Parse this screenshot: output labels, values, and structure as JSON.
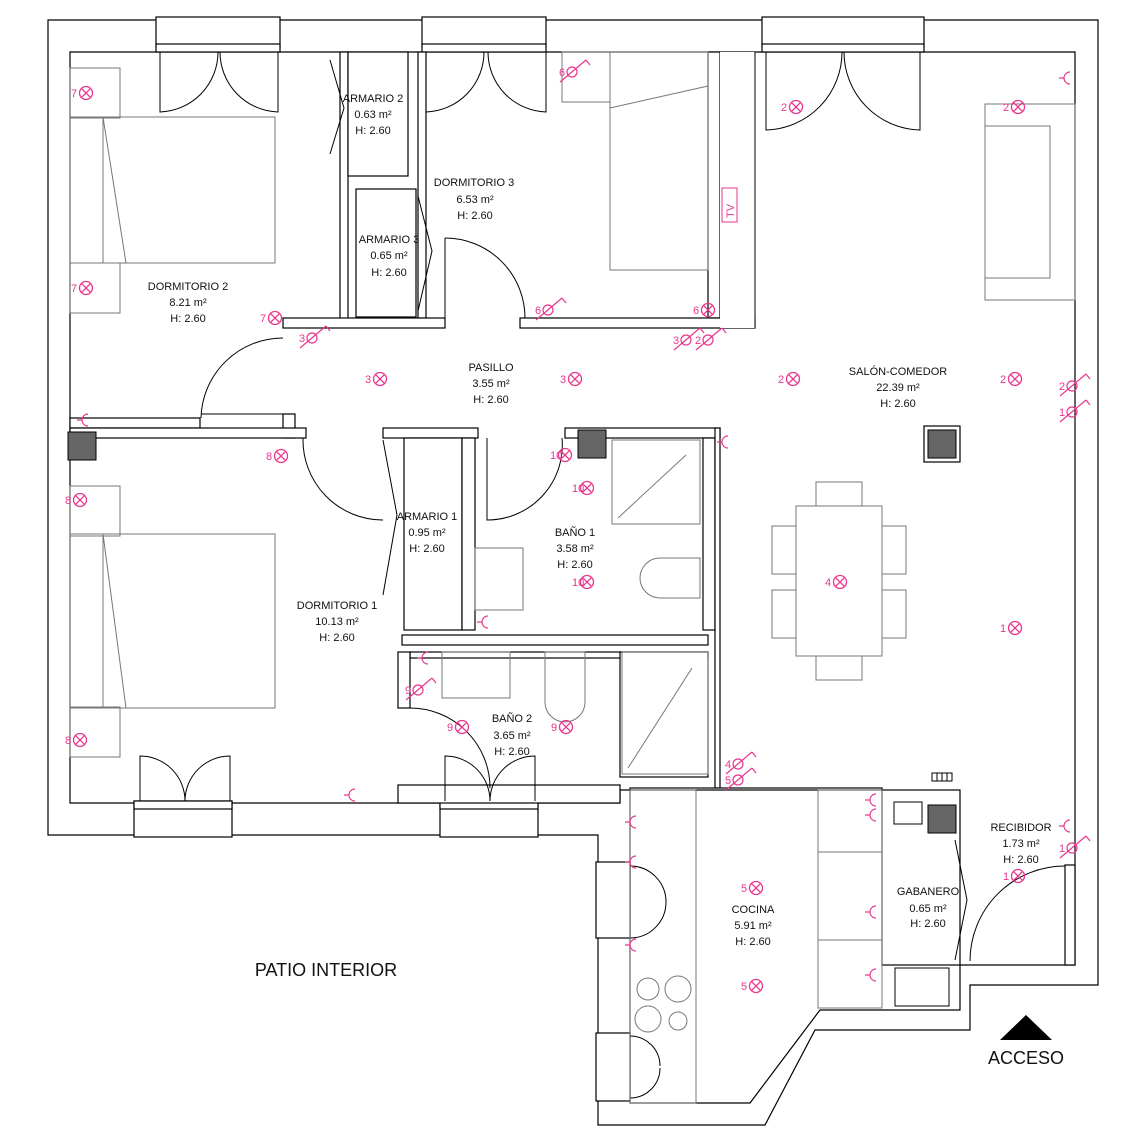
{
  "rooms": [
    {
      "name": "DORMITORIO 2",
      "area": "8.21 m²",
      "height": "H: 2.60"
    },
    {
      "name": "ARMARIO 2",
      "area": "0.63 m²",
      "height": "H: 2.60"
    },
    {
      "name": "ARMARIO 3",
      "area": "0.65 m²",
      "height": "H: 2.60"
    },
    {
      "name": "DORMITORIO 3",
      "area": "6.53 m²",
      "height": "H: 2.60"
    },
    {
      "name": "PASILLO",
      "area": "3.55 m²",
      "height": "H: 2.60"
    },
    {
      "name": "SALÓN-COMEDOR",
      "area": "22.39 m²",
      "height": "H: 2.60"
    },
    {
      "name": "ARMARIO 1",
      "area": "0.95 m²",
      "height": "H: 2.60"
    },
    {
      "name": "BAÑO 1",
      "area": "3.58 m²",
      "height": "H: 2.60"
    },
    {
      "name": "DORMITORIO 1",
      "area": "10.13 m²",
      "height": "H: 2.60"
    },
    {
      "name": "BAÑO 2",
      "area": "3.65 m²",
      "height": "H: 2.60"
    },
    {
      "name": "COCINA",
      "area": "5.91 m²",
      "height": "H: 2.60"
    },
    {
      "name": "GABANERO",
      "area": "0.65 m²",
      "height": "H: 2.60"
    },
    {
      "name": "RECIBIDOR",
      "area": "1.73 m²",
      "height": "H: 2.60"
    }
  ],
  "labels": {
    "patio": "PATIO INTERIOR",
    "access": "ACCESO",
    "tv": "TV"
  },
  "lights": [
    "2",
    "2",
    "3",
    "3",
    "2",
    "2",
    "1",
    "10",
    "10",
    "9",
    "9",
    "5",
    "5",
    "1",
    "7",
    "7",
    "7",
    "8",
    "8",
    "8",
    "4",
    "6",
    "10"
  ],
  "switches": [
    "3",
    "6",
    "3",
    "2",
    "4",
    "5",
    "9",
    "6",
    "1",
    "2",
    "1"
  ],
  "colors": {
    "electrical": "#e8368f",
    "wall": "#000000",
    "column": "#666666"
  }
}
